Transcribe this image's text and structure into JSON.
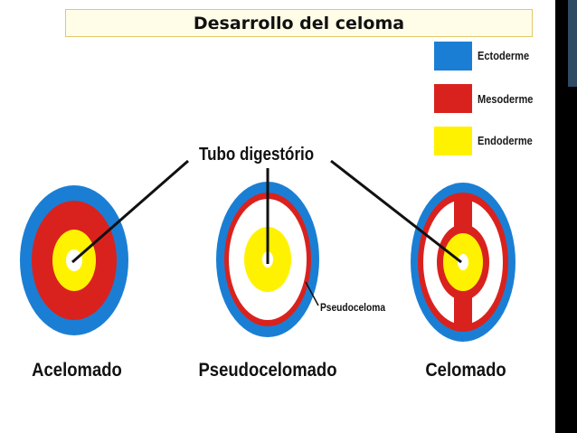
{
  "title": "Desarrollo del celoma",
  "legend": [
    {
      "label": "Ectoderme",
      "color": "#1a7fd4"
    },
    {
      "label": "Mesoderme",
      "color": "#d9221e"
    },
    {
      "label": "Endoderme",
      "color": "#fff200"
    }
  ],
  "callouts": {
    "gut": "Tubo digestório",
    "pseudocoel": "Pseudoceloma"
  },
  "diagrams": [
    {
      "caption": "Acelomado"
    },
    {
      "caption": "Pseudocelomado"
    },
    {
      "caption": "Celomado"
    }
  ],
  "colors": {
    "ectoderm": "#1a7fd4",
    "mesoderm": "#d9221e",
    "endoderm": "#fff200",
    "cavity": "#ffffff"
  }
}
